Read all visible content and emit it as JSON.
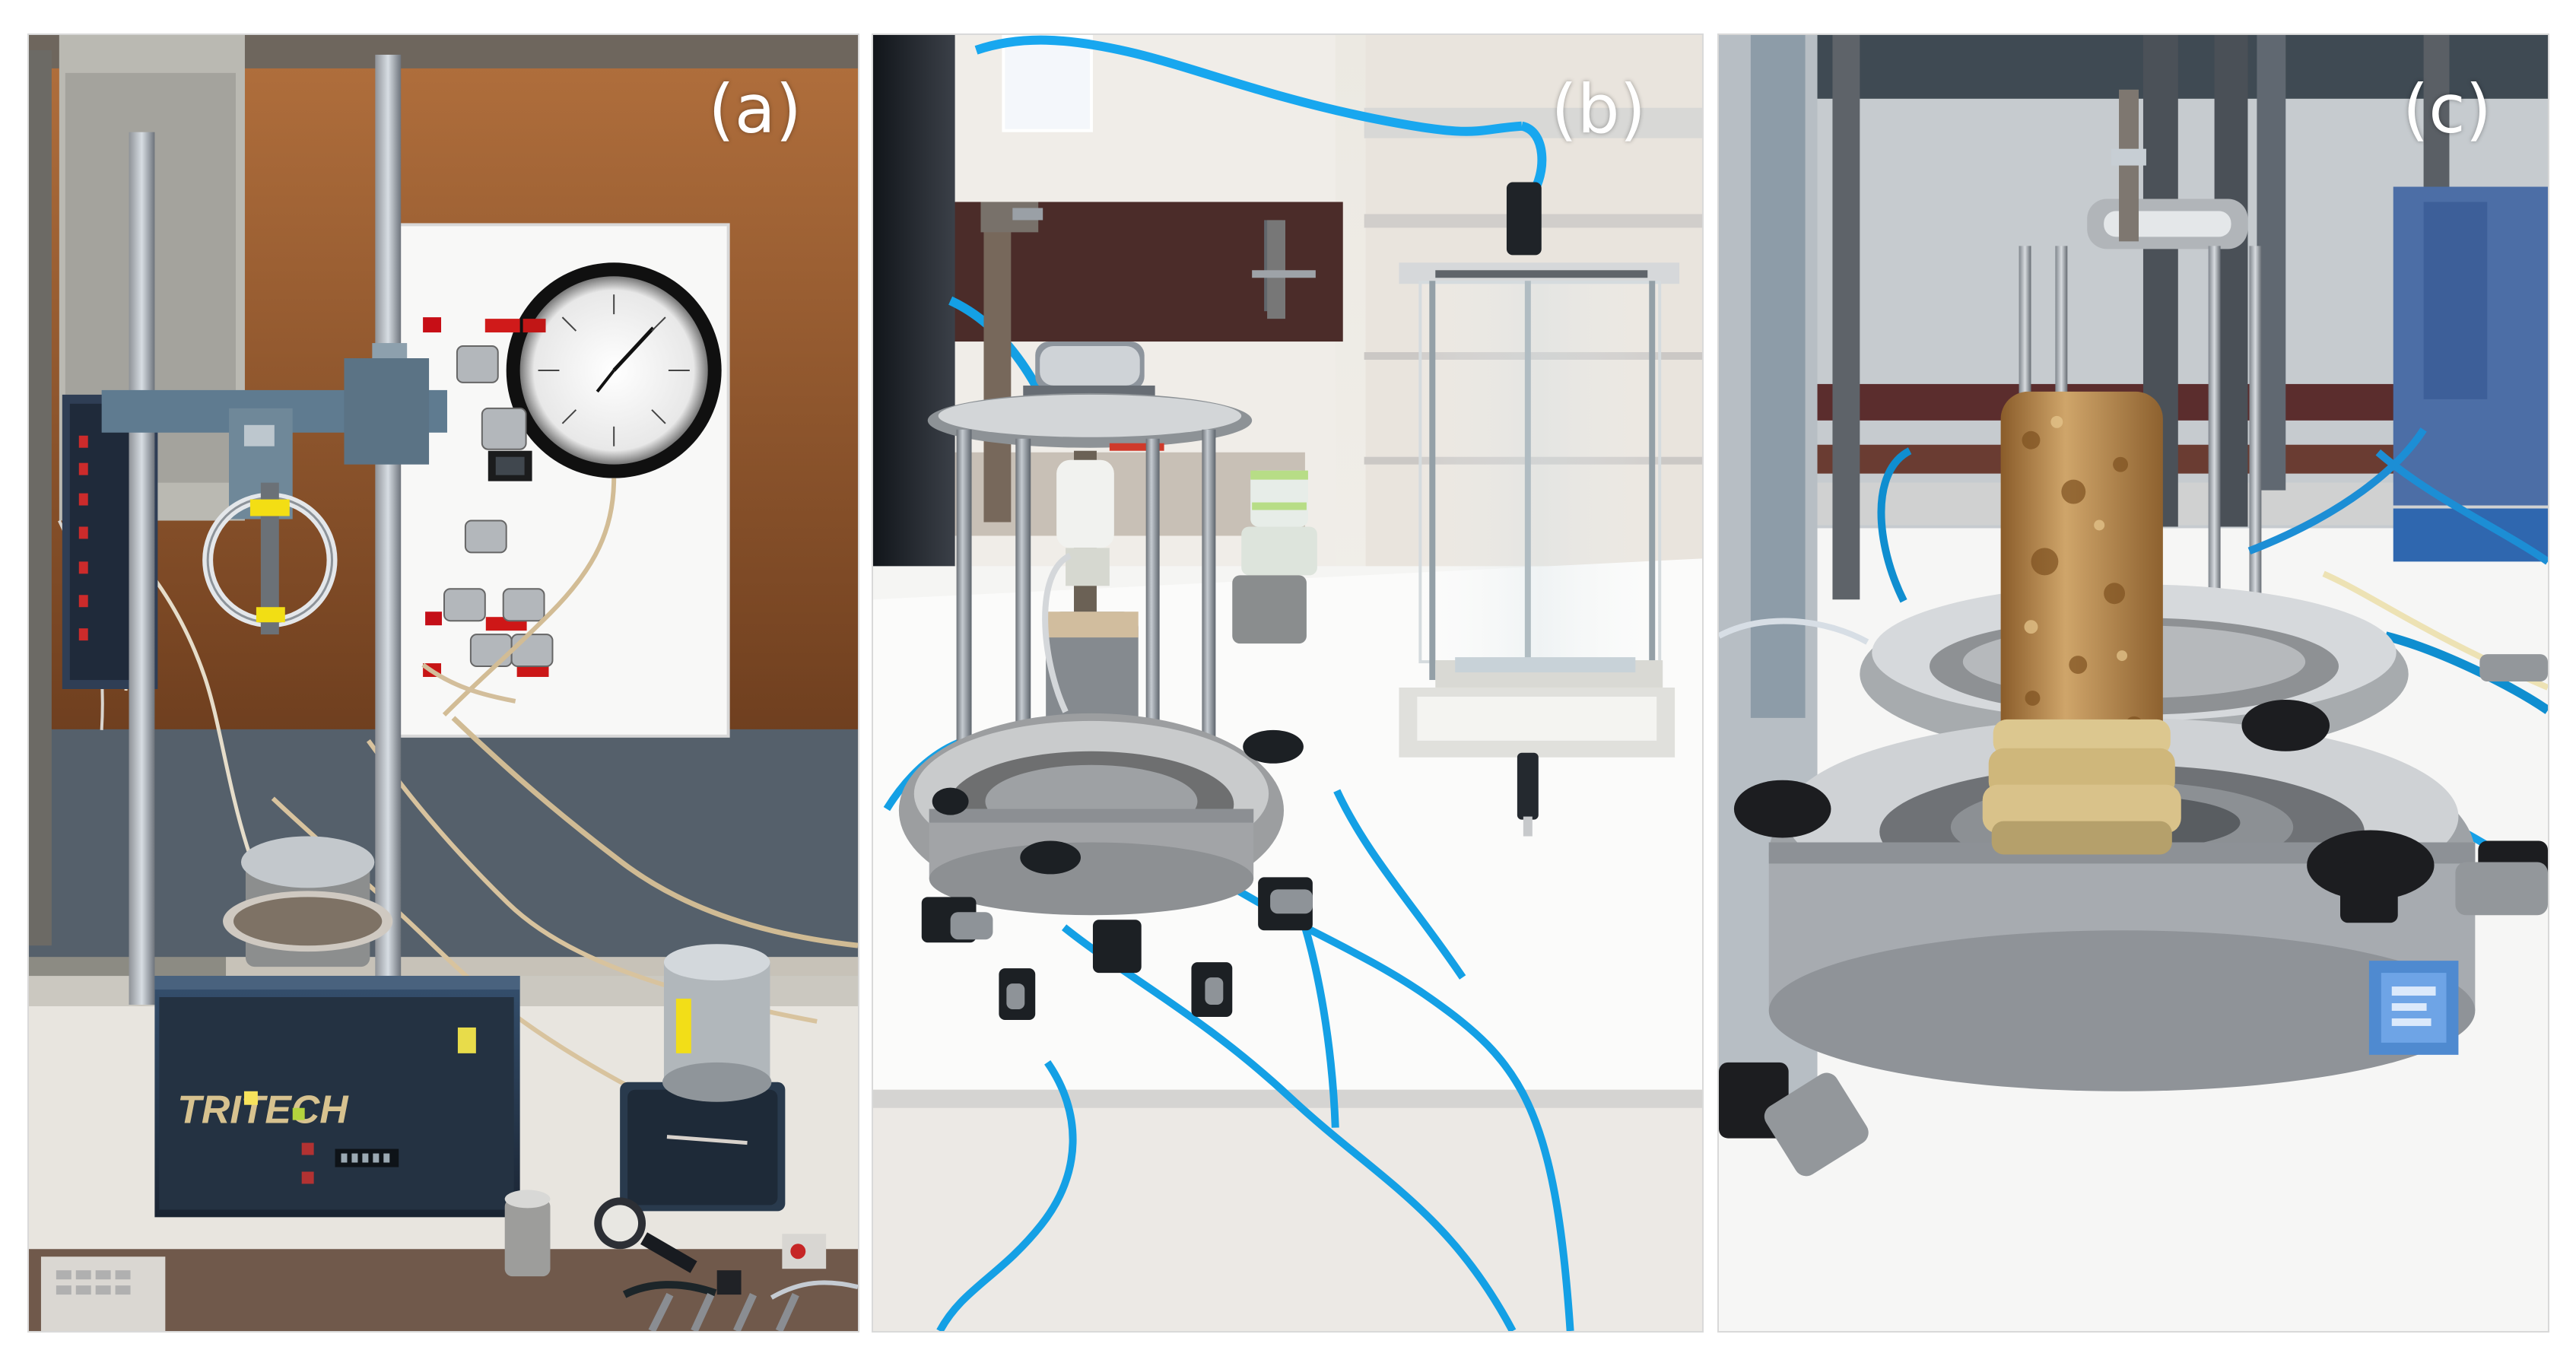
{
  "figure": {
    "panels": [
      {
        "label": "(a)",
        "brand_text": "TRITECH"
      },
      {
        "label": "(b)"
      },
      {
        "label": "(c)"
      }
    ]
  }
}
